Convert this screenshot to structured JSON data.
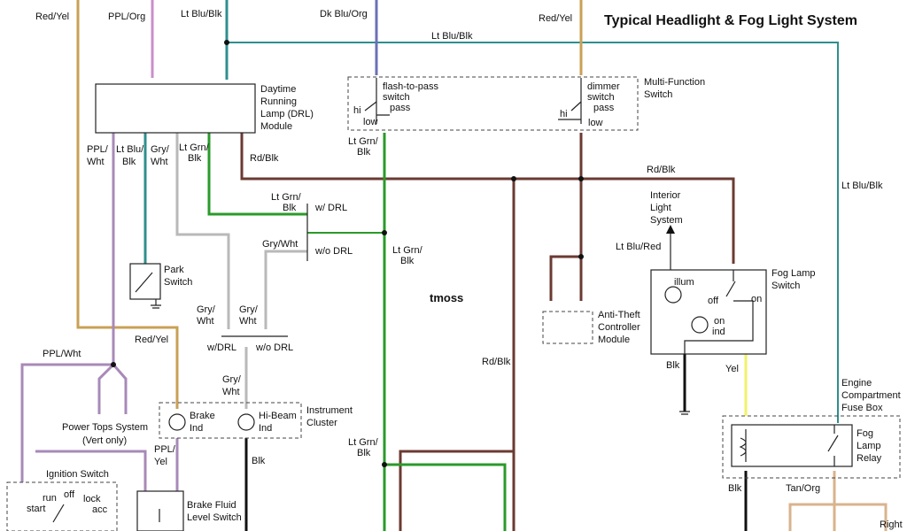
{
  "title": "Typical Headlight & Fog Light System",
  "watermark": "tmoss",
  "colors": {
    "red_yel": "#c9a055",
    "ppl_org": "#c98fc9",
    "lt_blu_blk": "#2e8f8f",
    "dk_blu_org": "#6b6fb8",
    "lt_grn_blk": "#2a9a2a",
    "rd_blk": "#6b3a32",
    "gry_wht": "#b9b9b9",
    "ppl_wht": "#a889b8",
    "blk": "#111111",
    "yel": "#f2f26a",
    "tan_org": "#d9b38c"
  },
  "wire_labels": {
    "red_yel_top": "Red/Yel",
    "ppl_org_top": "PPL/Org",
    "lt_blu_blk_top": "Lt Blu/Blk",
    "dk_blu_org_top": "Dk Blu/Org",
    "red_yel_top2": "Red/Yel",
    "lt_blu_blk_bus": "Lt Blu/Blk",
    "lt_blu_blk_right": "Lt Blu/Blk",
    "ppl": "PPL/",
    "wht": "Wht",
    "lt_blu": "Lt Blu/",
    "blk": "Blk",
    "gry": "Gry/",
    "wht2": "Wht",
    "lt_grn": "Lt Grn/",
    "blk2": "Blk",
    "rd_blk_drl": "Rd/Blk",
    "rd_blk_bus": "Rd/Blk",
    "rd_blk_mid": "Rd/Blk",
    "lt_grn_blk_a1": "Lt Grn/",
    "lt_grn_blk_a2": "Blk",
    "w_drl_1": "w/ DRL",
    "gry_wht_b1": "Gry/Wht",
    "wo_drl_1": "w/o DRL",
    "lt_grn_blk_mfs1": "Lt Grn/",
    "lt_grn_blk_mfs2": "Blk",
    "lt_grn_blk_c1": "Lt Grn/",
    "lt_grn_blk_c2": "Blk",
    "lt_grn_blk_d1": "Lt Grn/",
    "lt_grn_blk_d2": "Blk",
    "lt_blu_red": "Lt Blu/Red",
    "red_yel_mid": "Red/Yel",
    "ppl_wht_left": "PPL/Wht",
    "gry_e1": "Gry/",
    "wht_e2": "Wht",
    "gry_f1": "Gry/",
    "wht_f2": "Wht",
    "w_drl_2": "w/DRL",
    "wo_drl_2": "w/o DRL",
    "gry_g1": "Gry/",
    "wht_g2": "Wht",
    "blk_cluster": "Blk",
    "ppl_yel1": "PPL/",
    "ppl_yel2": "Yel",
    "blk_fog": "Blk",
    "yel_fog": "Yel",
    "blk_relay": "Blk",
    "tan_org": "Tan/Org"
  },
  "components": {
    "drl_module": [
      "Daytime",
      "Running",
      "Lamp (DRL)",
      "Module"
    ],
    "multi_function_switch": [
      "Multi-Function",
      "Switch"
    ],
    "flash_to_pass": [
      "flash-to-pass",
      "switch"
    ],
    "dimmer": [
      "dimmer",
      "switch"
    ],
    "mfs_labels": {
      "hi": "hi",
      "pass": "pass",
      "low": "low",
      "hi2": "hi",
      "pass2": "pass",
      "low2": "low"
    },
    "park_switch": [
      "Park",
      "Switch"
    ],
    "interior_light": [
      "Interior",
      "Light",
      "System"
    ],
    "fog_lamp_switch": [
      "Fog Lamp",
      "Switch"
    ],
    "fog_switch_labels": {
      "illum": "illum",
      "off": "off",
      "on": "on",
      "on_ind1": "on",
      "on_ind2": "ind"
    },
    "anti_theft": [
      "Anti-Theft",
      "Controller",
      "Module"
    ],
    "power_tops": [
      "Power Tops System",
      "(Vert only)"
    ],
    "ignition_switch": "Ignition Switch",
    "ignition_labels": {
      "run": "run",
      "off": "off",
      "lock": "lock",
      "start": "start",
      "acc": "acc"
    },
    "brake_ind": [
      "Brake",
      "Ind"
    ],
    "hibeam_ind": [
      "Hi-Beam",
      "Ind"
    ],
    "instrument_cluster": [
      "Instrument",
      "Cluster"
    ],
    "brake_fluid": [
      "Brake Fluid",
      "Level Switch"
    ],
    "fuse_box": [
      "Engine",
      "Compartment",
      "Fuse Box"
    ],
    "fog_relay": [
      "Fog",
      "Lamp",
      "Relay"
    ],
    "right": "Right"
  }
}
